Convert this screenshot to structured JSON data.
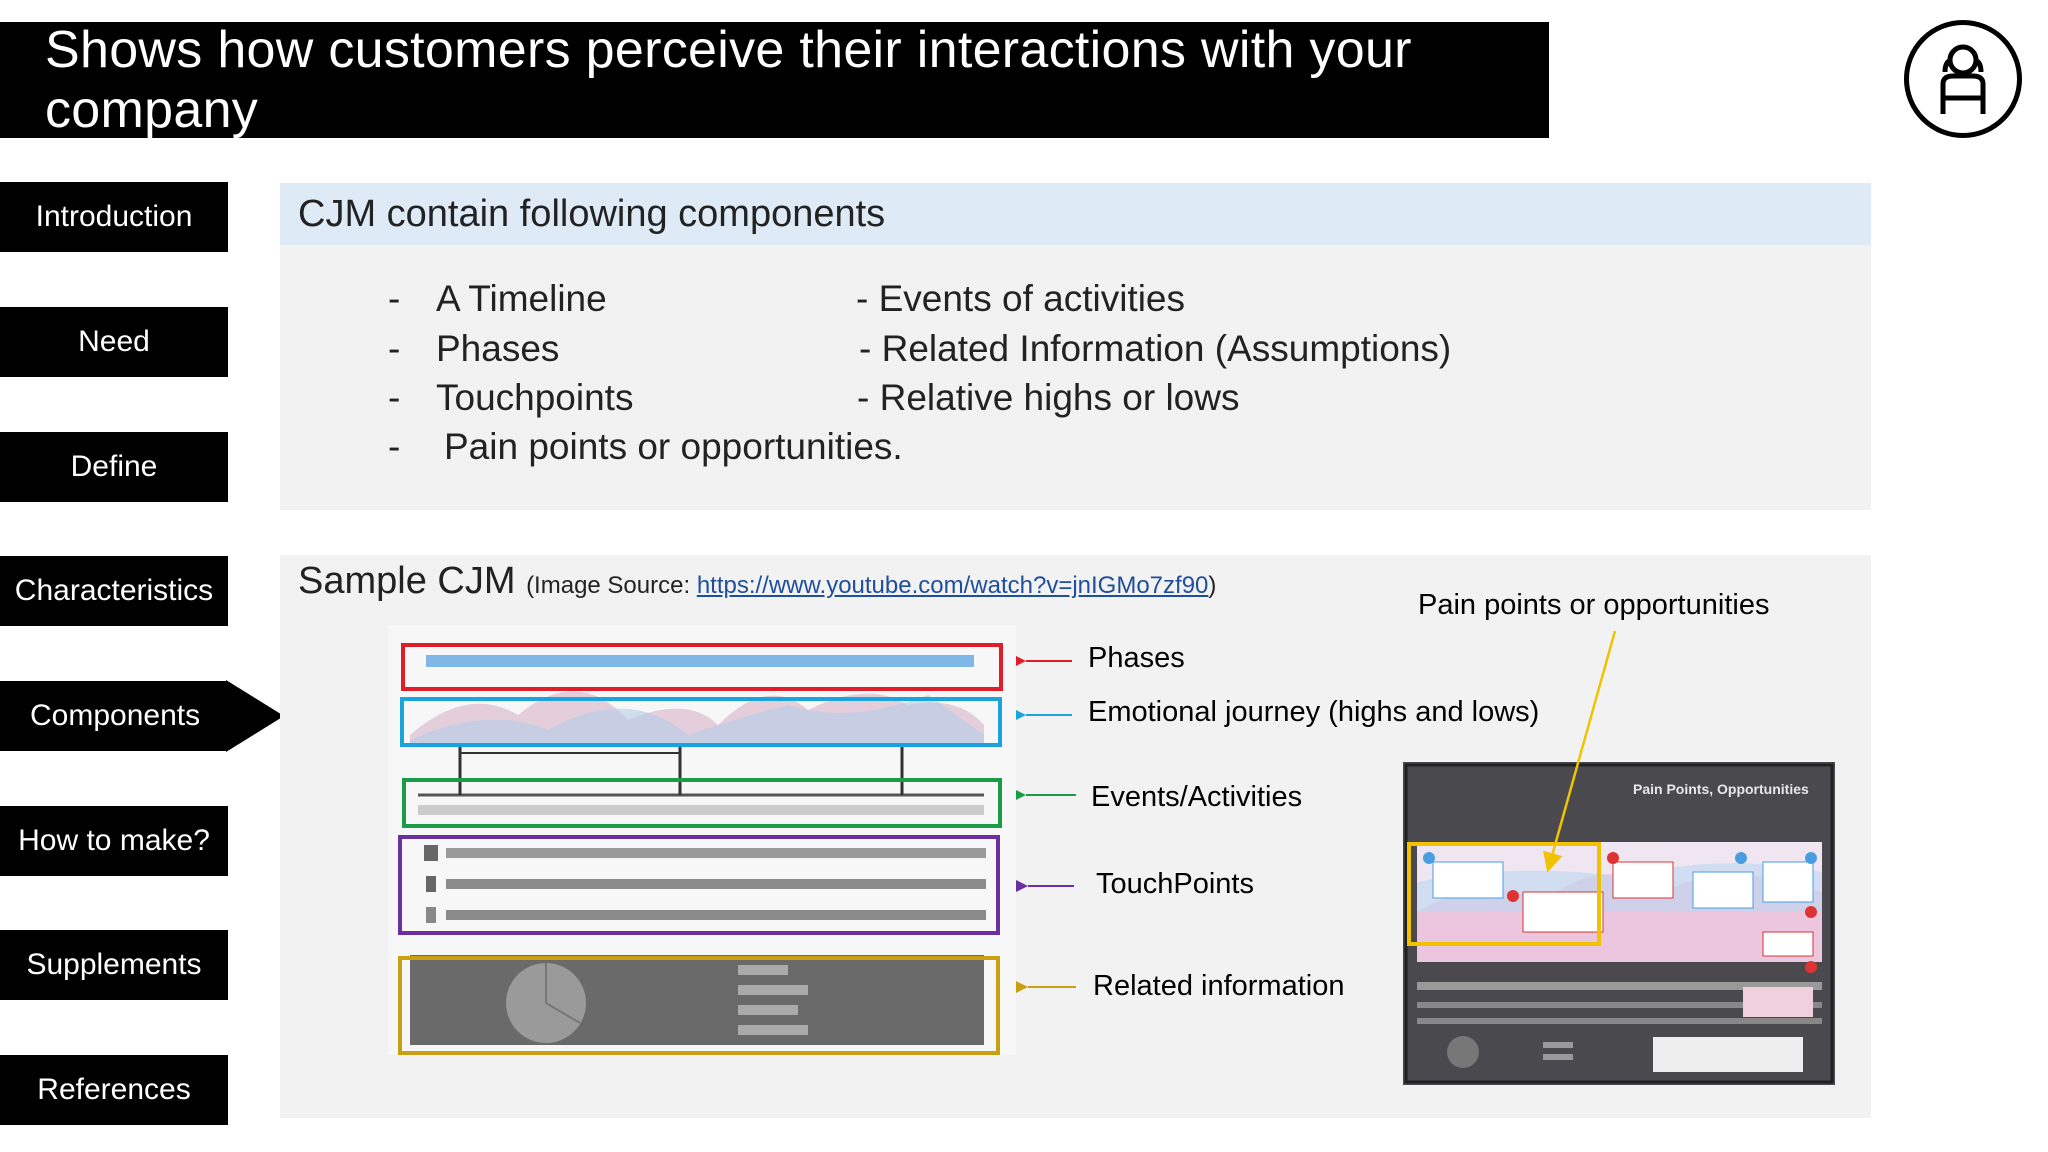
{
  "header": {
    "title": "Shows how customers perceive their interactions with your company",
    "avatar_icon": "person-avatar-icon"
  },
  "nav": {
    "items": [
      {
        "label": "Introduction"
      },
      {
        "label": "Need"
      },
      {
        "label": "Define"
      },
      {
        "label": "Characteristics"
      },
      {
        "label": "Components"
      },
      {
        "label": "How to make?"
      },
      {
        "label": "Supplements"
      },
      {
        "label": "References"
      }
    ],
    "active": "Components"
  },
  "components_panel": {
    "heading": "CJM contain following components",
    "left_items": [
      "A Timeline",
      "Phases",
      "Touchpoints",
      "Pain points or opportunities."
    ],
    "right_items": [
      "- Events of activities",
      "- Related Information (Assumptions)",
      "- Relative highs or lows"
    ],
    "dash": "-"
  },
  "sample_panel": {
    "title": "Sample CJM",
    "source_prefix": "(Image Source: ",
    "source_link": "https://www.youtube.com/watch?v=jnIGMo7zf90",
    "source_suffix": ")",
    "annotations": {
      "pain_points": "Pain points or opportunities",
      "phases": "Phases",
      "emotional": "Emotional journey (highs and lows)",
      "events": "Events/Activities",
      "touchpoints": "TouchPoints",
      "related": "Related information"
    },
    "inset_title": "Pain Points, Opportunities",
    "colors": {
      "phases": "#e11d2a",
      "emotional": "#1aa3dc",
      "events": "#1a9c49",
      "touchpoints": "#6b2fa0",
      "related": "#c8a012",
      "pain_arrow": "#f2c200"
    }
  }
}
